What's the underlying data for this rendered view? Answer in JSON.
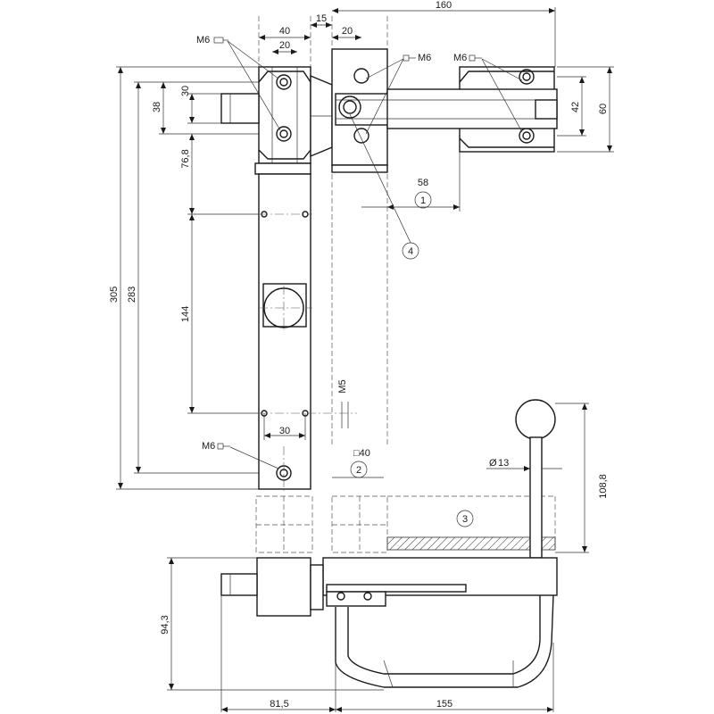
{
  "dimensions": {
    "d160": "160",
    "d15": "15",
    "d40": "40",
    "d20a": "20",
    "d20b": "20",
    "d30top": "30",
    "d38": "38",
    "d42": "42",
    "d60": "60",
    "d58": "58",
    "d76_8": "76,8",
    "d144": "144",
    "d305": "305",
    "d283": "283",
    "d30bottom": "30",
    "d108_8": "108,8",
    "d94_3": "94,3",
    "d81_5": "81,5",
    "d155": "155",
    "dia13": "13",
    "dia_symbol": "Ø",
    "sq40": "□40",
    "m5": "M5"
  },
  "labels": {
    "m6_a": "M6",
    "m6_b": "M6",
    "m6_c": "M6",
    "m6_d": "M6"
  },
  "callouts": {
    "c1": "1",
    "c2": "2",
    "c3": "3",
    "c4": "4"
  }
}
